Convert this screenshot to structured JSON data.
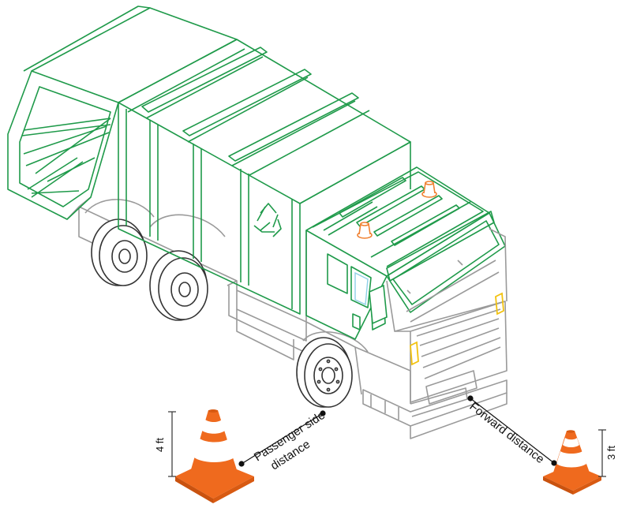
{
  "labels": {
    "passenger_line1": "Passenger side",
    "passenger_line2": "distance",
    "forward": "Forward distance",
    "cone_left_height": "4 ft",
    "cone_right_height": "3 ft"
  },
  "icons": {
    "recycle": "recycle-icon"
  },
  "colors": {
    "truck_green": "#1f9a4a",
    "truck_gray": "#9a9a9a",
    "cone_orange": "#ef6a1e",
    "cone_stripe": "#ffffff",
    "beacon": "#f08030",
    "indicator": "#f2c20f"
  }
}
